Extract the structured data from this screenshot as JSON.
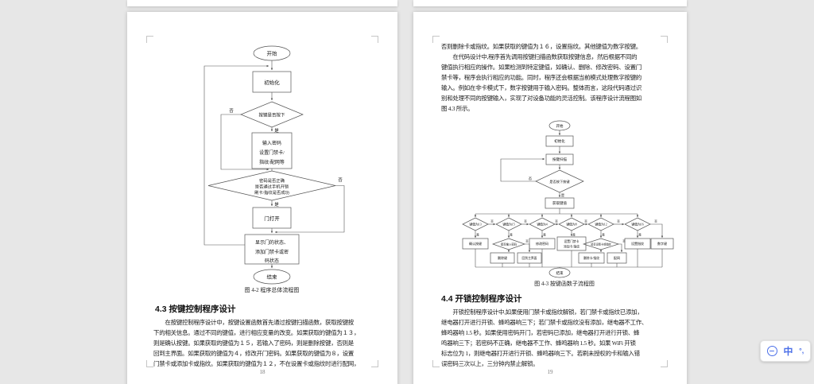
{
  "background": "#e7e7e7",
  "colors": {
    "ime_accent": "#4b6fe8",
    "page": "#ffffff"
  },
  "left_page": {
    "page_number": "18",
    "flowchart": {
      "caption": "图 4-2  程序总体流程图",
      "yes": "是",
      "no": "否",
      "nodes": {
        "start": "开始",
        "init": "初始化",
        "key_pressed": "按键是否按下",
        "input_l1": "输入密码",
        "input_l2": "设置门禁卡/",
        "input_l3": "指纹/配网等",
        "verify_l1": "密码是否正确",
        "verify_l2": "是否通过手机开锁",
        "verify_l3": "刷卡/指纹是否成功",
        "door_open": "门打开",
        "status_l1": "显示门的状态、",
        "status_l2": "添加门禁卡或密",
        "status_l3": "码状态",
        "end": "结束"
      }
    },
    "section": {
      "heading": "4.3  按键控制程序设计",
      "lines": [
        "　　在按键控制程序设计中，按键设置函数首先通过按键扫描函数，获取按键按",
        "下的相关信息。通过不同的键值，进行相应变量的改变。如果获取的键值为１３，",
        "则是确认按键。如果获取的键值为１５，若输入了密码，则是删除按键，否则是",
        "回到主界面。如果获取的键值为４，修改开门密码。如果获取的键值为８，设置",
        "门禁卡或添加卡或指纹。如果获取的键值为１２，不在设置卡或指纹时进行配网，"
      ]
    }
  },
  "right_page": {
    "page_number": "19",
    "top_lines": [
      "否则删除卡或指纹。如果获取的键值为１６，设置指纹。其他键值为数字按键。",
      "　　在代码设计中,程序首先调用按键扫描函数获取按键信息，然后根据不同的",
      "键值执行相应的操作。如果检测到特定键值，如确认、删除、修改密码、设置门",
      "禁卡等，程序会执行相应的功能。同时，程序还会根据当前模式处理数字按键的",
      "输入。例如在非卡模式下，数字按键用于输入密码。整体而言，这段代码通过识",
      "别和处理不同的按键输入，实现了对设备功能的灵活控制。该程序设计流程图如",
      "图 4.3 所示。"
    ],
    "flowchart": {
      "caption": "图 4-3  按键函数子流程图",
      "yes": "是",
      "no": "否",
      "nodes": {
        "start": "开始",
        "init": "初始化",
        "scan": "按键扫描",
        "pressed": "是否按下按键",
        "getkey": "获取键值",
        "k13": "键值为13",
        "k15": "键值为15",
        "k4": "键值为4",
        "k8": "键值为8",
        "k12": "键值为12",
        "k16": "键值为16",
        "confirm": "确认按键",
        "pwd_entered": "是否输入密码",
        "del_key": "删除键",
        "back_home": "回到主界面",
        "mod_pwd": "修改密码",
        "set_card_l1": "设置门禁卡",
        "set_card_l2": "添加卡/指纹",
        "card_mode": "是否设置卡或指纹",
        "del_card": "删除卡/指纹",
        "network": "配网",
        "set_fp": "设置指纹",
        "digit": "数字键",
        "end": "结束"
      }
    },
    "section": {
      "heading": "4.4  开锁控制程序设计",
      "lines": [
        "　　开锁控制程序设计中,如果使用门禁卡或指纹解锁，若门禁卡或指纹已添加，",
        "继电器打开进行开锁、蜂鸣器响三下；若门禁卡或指纹没有添加，继电器不工作、",
        "蜂鸣器响 1.5 秒。如果使用密码开门，若密码已添加，继电器打开进行开锁、蜂",
        "鸣器响三下；若密码不正确，继电器不工作、蜂鸣器响 1.5 秒。如果 WiFi 开锁",
        "标志位为 1，则继电器打开进行开锁、蜂鸣器响三下。若刷未授权的卡和输入错",
        "误密码三次以上，三分钟内禁止解锁。"
      ]
    }
  },
  "ime": {
    "mode": "中",
    "punct": "°,"
  }
}
